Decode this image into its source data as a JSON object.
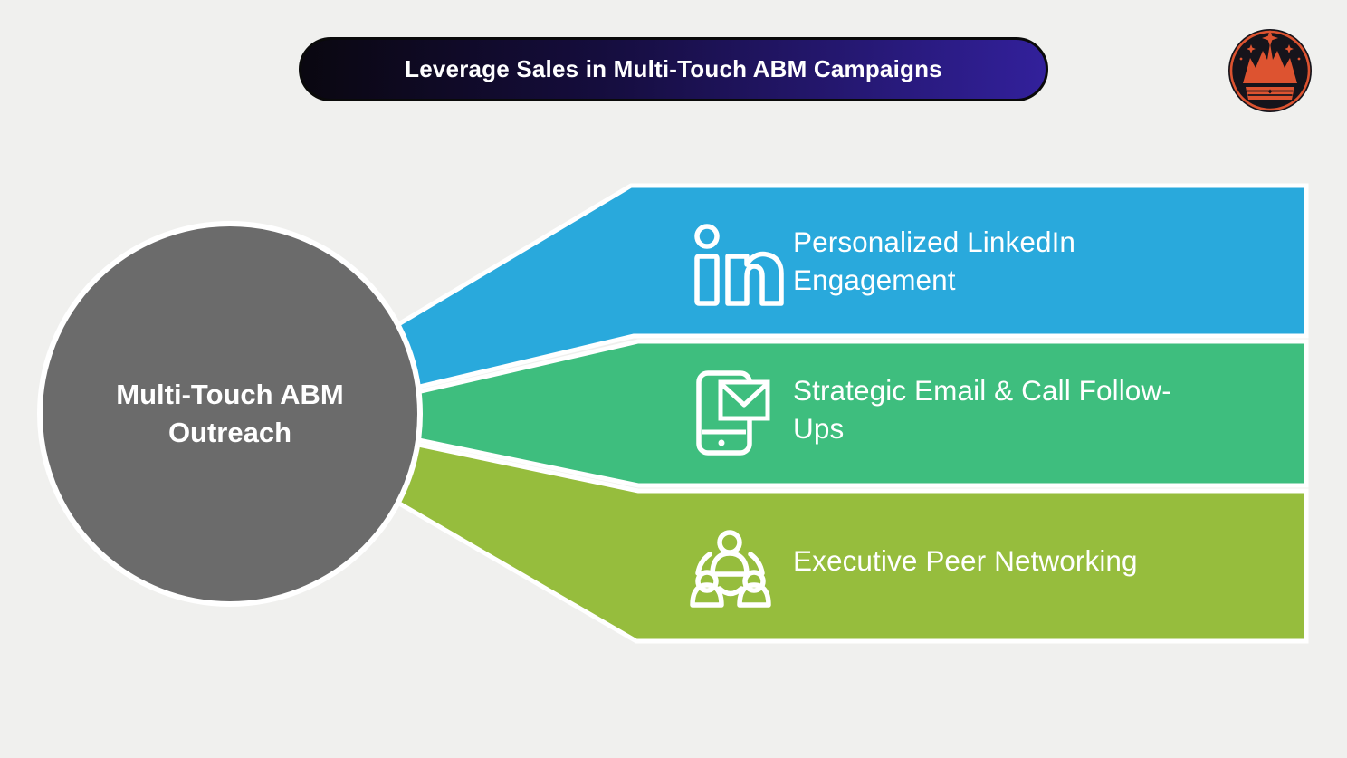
{
  "header": {
    "title": "Leverage Sales in Multi-Touch ABM Campaigns"
  },
  "hub": {
    "line1": "Multi-Touch ABM",
    "line2": "Outreach",
    "fill": "#6b6b6b"
  },
  "banners": [
    {
      "line1": "Personalized LinkedIn",
      "line2": "Engagement",
      "icon": "linkedin-icon",
      "color": "#29a9dc"
    },
    {
      "line1": "Strategic Email & Call Follow-",
      "line2": "Ups",
      "icon": "phone-email-icon",
      "color": "#3ebe7e"
    },
    {
      "line1": "Executive Peer Networking",
      "line2": "",
      "icon": "people-network-icon",
      "color": "#96bd3d"
    }
  ],
  "colors": {
    "page_bg": "#f0f0ee",
    "title_grad_start": "#0a0710",
    "title_grad_mid": "#150d3d",
    "title_grad_end": "#32209b",
    "title_border": "#0a0a0a",
    "text_white": "#ffffff",
    "banner_outline": "#ffffff",
    "logo_bg": "#16141b",
    "logo_accent": "#dd5330"
  }
}
